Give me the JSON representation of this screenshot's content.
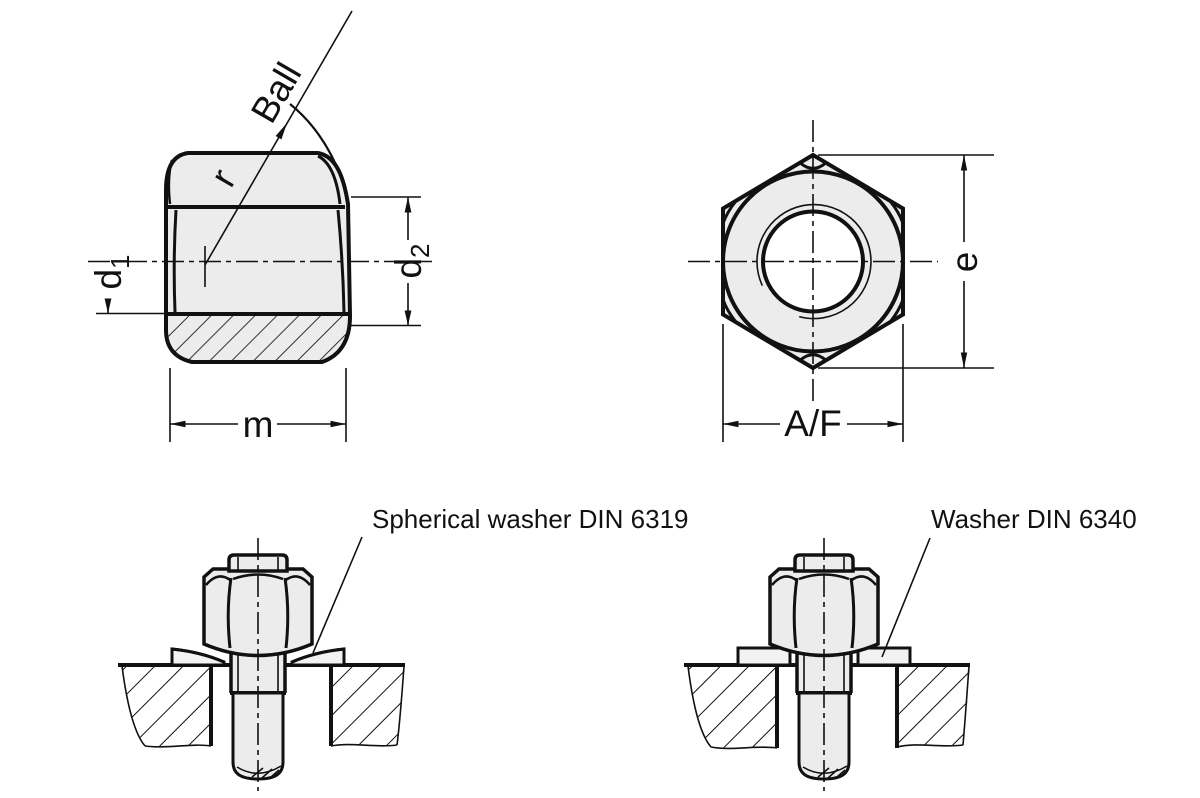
{
  "colors": {
    "line": "#111111",
    "fill": "#ececec",
    "washer_fill": "#f2f2f2",
    "hole_fill": "#ffffff",
    "background": "#ffffff"
  },
  "side_view": {
    "labels": {
      "ball": "Ball",
      "r": "r",
      "d1_base": "d",
      "d1_sub": "1",
      "d2_base": "d",
      "d2_sub": "2",
      "m": "m"
    }
  },
  "face_view": {
    "labels": {
      "e": "e",
      "af": "A/F"
    }
  },
  "assemblies": {
    "left_caption": "Spherical washer DIN 6319",
    "right_caption": "Washer DIN 6340"
  }
}
